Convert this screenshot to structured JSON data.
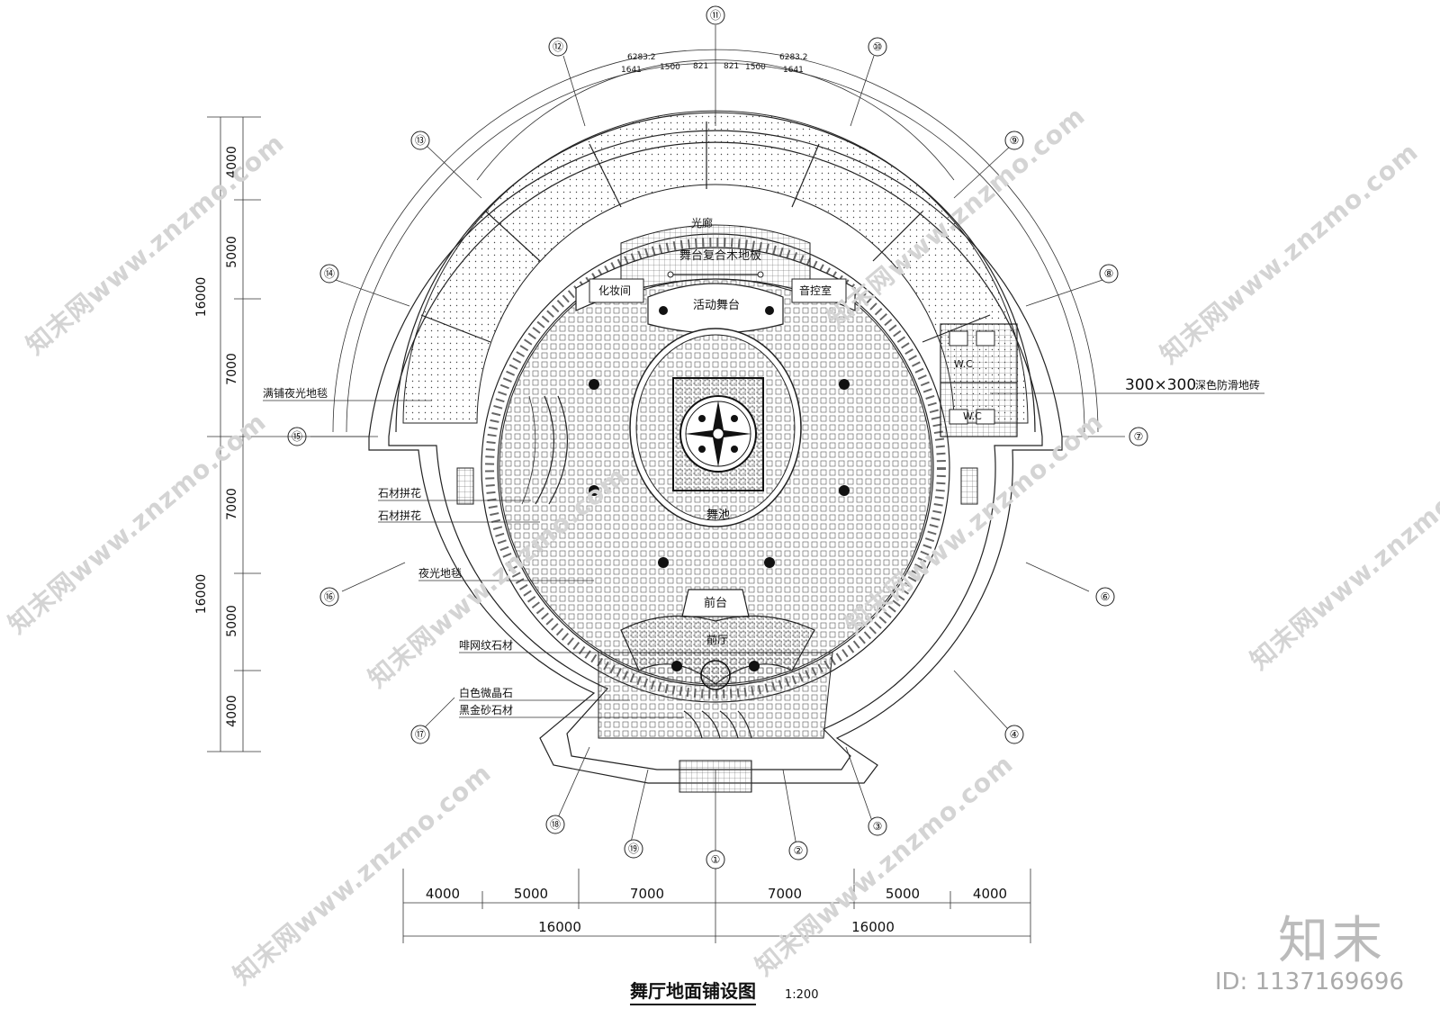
{
  "drawing": {
    "title": "舞厅地面铺设图",
    "scale": "1:200",
    "brand": "知末",
    "image_id": "ID: 1137169696",
    "watermark": "知末网www.znzmo.com"
  },
  "room_labels": {
    "stage_floor": "舞台复合木地板",
    "makeup_room": "化妆间",
    "sound_room": "音控室",
    "movable_stage": "活动舞台",
    "dance_pool": "舞池",
    "front_desk": "前台",
    "lobby": "前厅",
    "wc_upper": "W.C",
    "wc_lower": "W.C",
    "top_partial": "光廊"
  },
  "callouts": {
    "carpet_full": "满铺夜光地毯",
    "stone_1": "石材拼花",
    "stone_2": "石材拼花",
    "carpet": "夜光地毯",
    "mesh_stone": "啡网纹石材",
    "white_stone": "白色微晶石",
    "gold_stone": "黑金砂石材",
    "tile": "300×300",
    "tile_desc": "深色防滑地砖"
  },
  "left_dims": {
    "upper_total": "16000",
    "upper_parts": [
      "4000",
      "5000",
      "7000"
    ],
    "lower_total": "16000",
    "lower_parts": [
      "7000",
      "5000",
      "4000"
    ]
  },
  "bottom_dims": {
    "parts": [
      "4000",
      "5000",
      "7000",
      "7000",
      "5000",
      "4000"
    ],
    "totals": [
      "16000",
      "16000"
    ]
  },
  "arc_dims": [
    "821",
    "1500",
    "1641",
    "6283.2"
  ],
  "axes": [
    "①",
    "②",
    "③",
    "④",
    "⑥",
    "⑦",
    "⑧",
    "⑨",
    "⑩",
    "⑪",
    "⑫",
    "⑬",
    "⑭",
    "⑮",
    "⑯",
    "⑰",
    "⑱",
    "⑲"
  ]
}
